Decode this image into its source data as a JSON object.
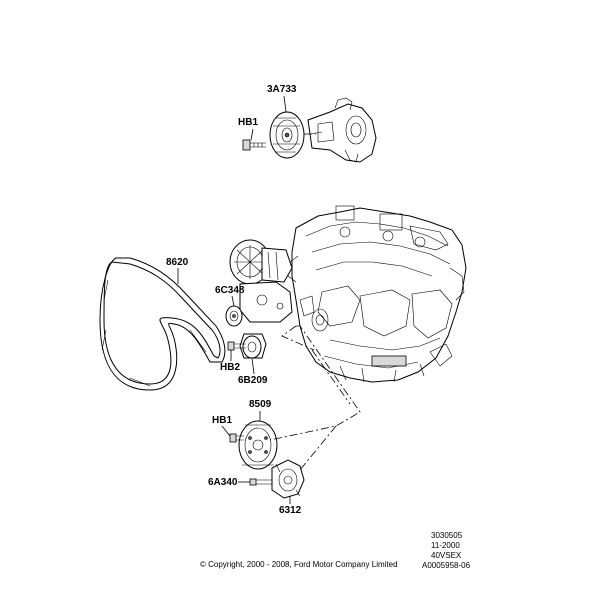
{
  "callouts": {
    "c_3a733": "3A733",
    "c_hb1_top": "HB1",
    "c_8620": "8620",
    "c_6c348": "6C348",
    "c_hb2": "HB2",
    "c_6b209": "6B209",
    "c_8509": "8509",
    "c_hb1_bottom": "HB1",
    "c_6a340": "6A340",
    "c_6312": "6312"
  },
  "reference": {
    "line1": "3030505",
    "line2": "11-2000",
    "line3": "40VSEX",
    "line4": "A0005958-06"
  },
  "copyright": "© Copyright, 2000 - 2008, Ford Motor Company Limited"
}
